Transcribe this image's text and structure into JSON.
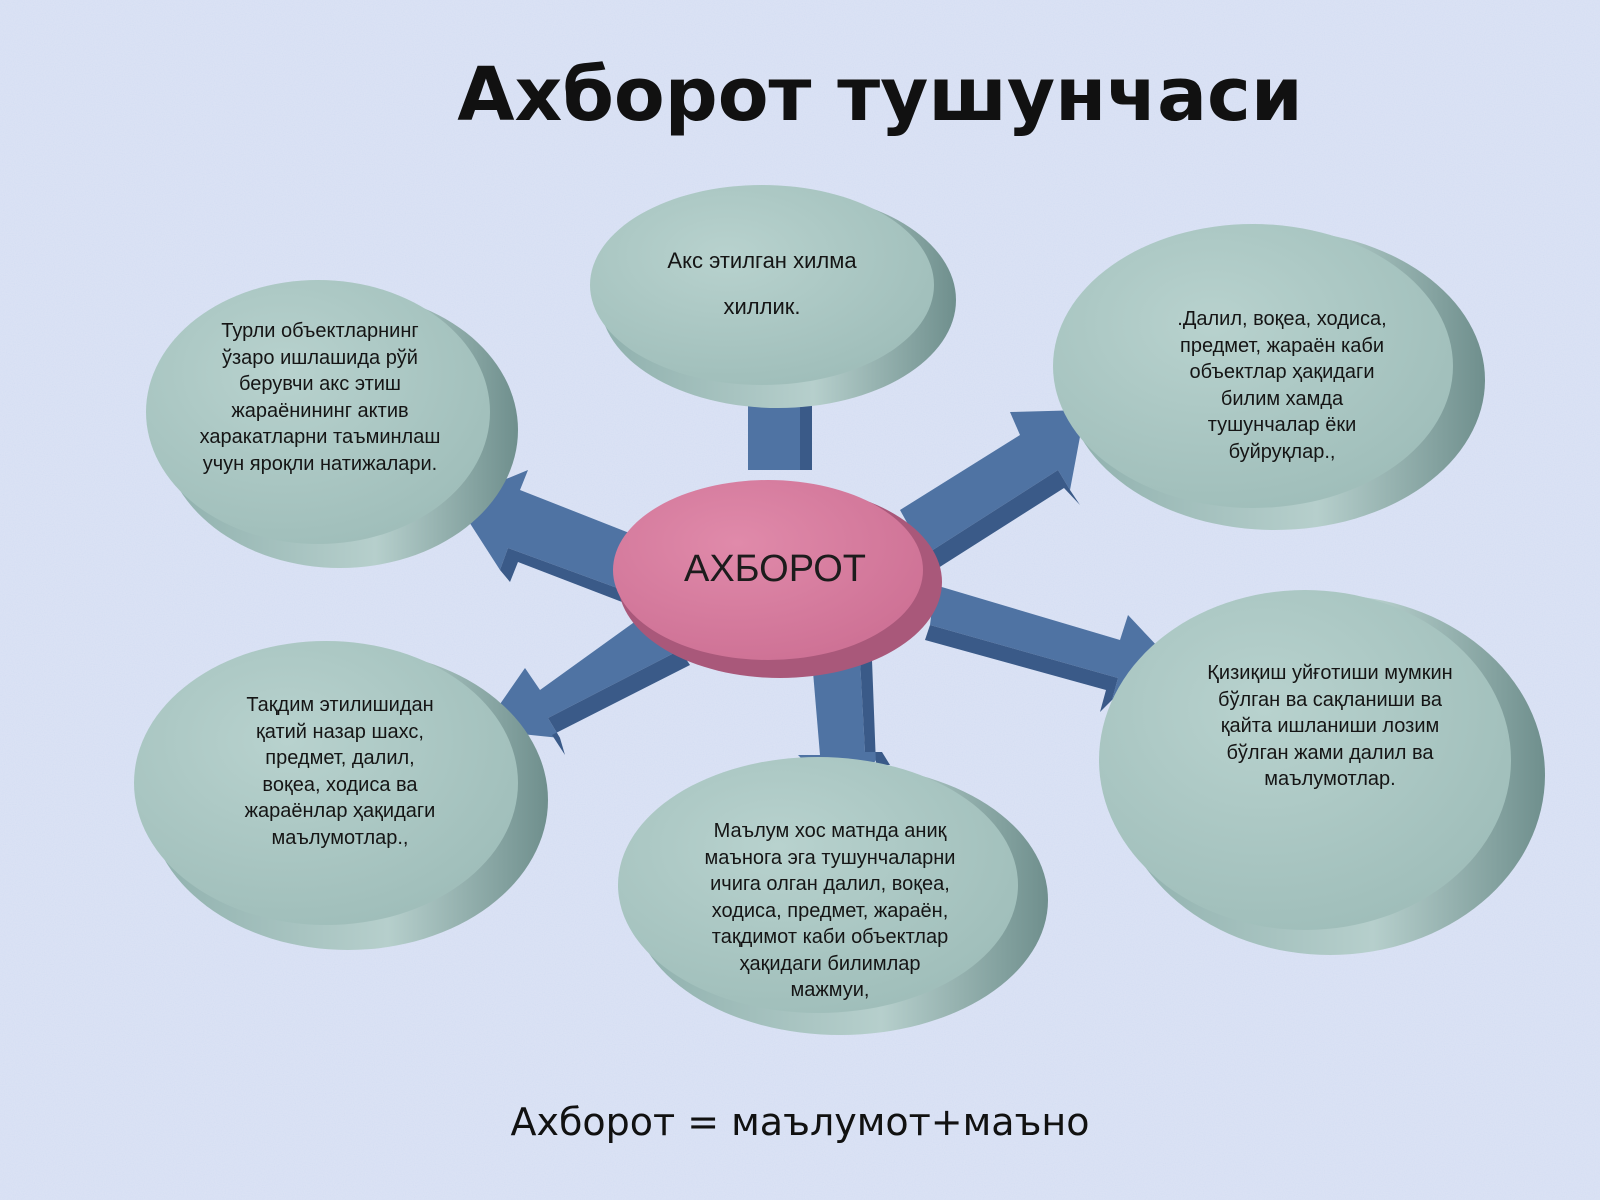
{
  "title": "Ахборот тушунчаси",
  "center": "АХБОРОТ",
  "formula": "Ахборот = маълумот+маъно",
  "nodes": {
    "top": "Акс этилган хилма\nхиллик.",
    "top_left": "Турли объектларнинг\nўзаро ишлашида рўй\nберувчи акс этиш\nжараёнининг актив\nхаракатларни таъминлаш\nучун яроқли натижалари.",
    "top_right": ".Далил, воқеа, ходиса,\nпредмет, жараён каби\nобъектлар ҳақидаги\nбилим хамда\nтушунчалар ёки\nбуйруқлар.,",
    "bottom_left": "Тақдим этилишидан\nқатий назар шахс,\nпредмет, далил,\nвоқеа, ходиса ва\nжараёнлар ҳақидаги\nмаълумотлар.,",
    "bottom": "Маълум хос матнда аниқ\nмаънога эга тушунчаларни\nичига олган далил, воқеа,\nходиса, предмет, жараён,\nтақдимот каби объектлар\nҳақидаги билимлар\nмажмуи,",
    "bottom_right": "Қизиқиш уйғотиши мумкин\nбўлган ва сақланиши ва\nқайта ишланиши лозим\nбўлган жами далил ва\nмаълумотлар."
  },
  "colors": {
    "background": "#c9d6ef",
    "node_fill": "#a5c3bf",
    "node_side": "#7d9e9c",
    "center_fill": "#d4789a",
    "center_side": "#a9587a",
    "arrow": "#4f73a3",
    "arrow_dark": "#3a5a88"
  }
}
